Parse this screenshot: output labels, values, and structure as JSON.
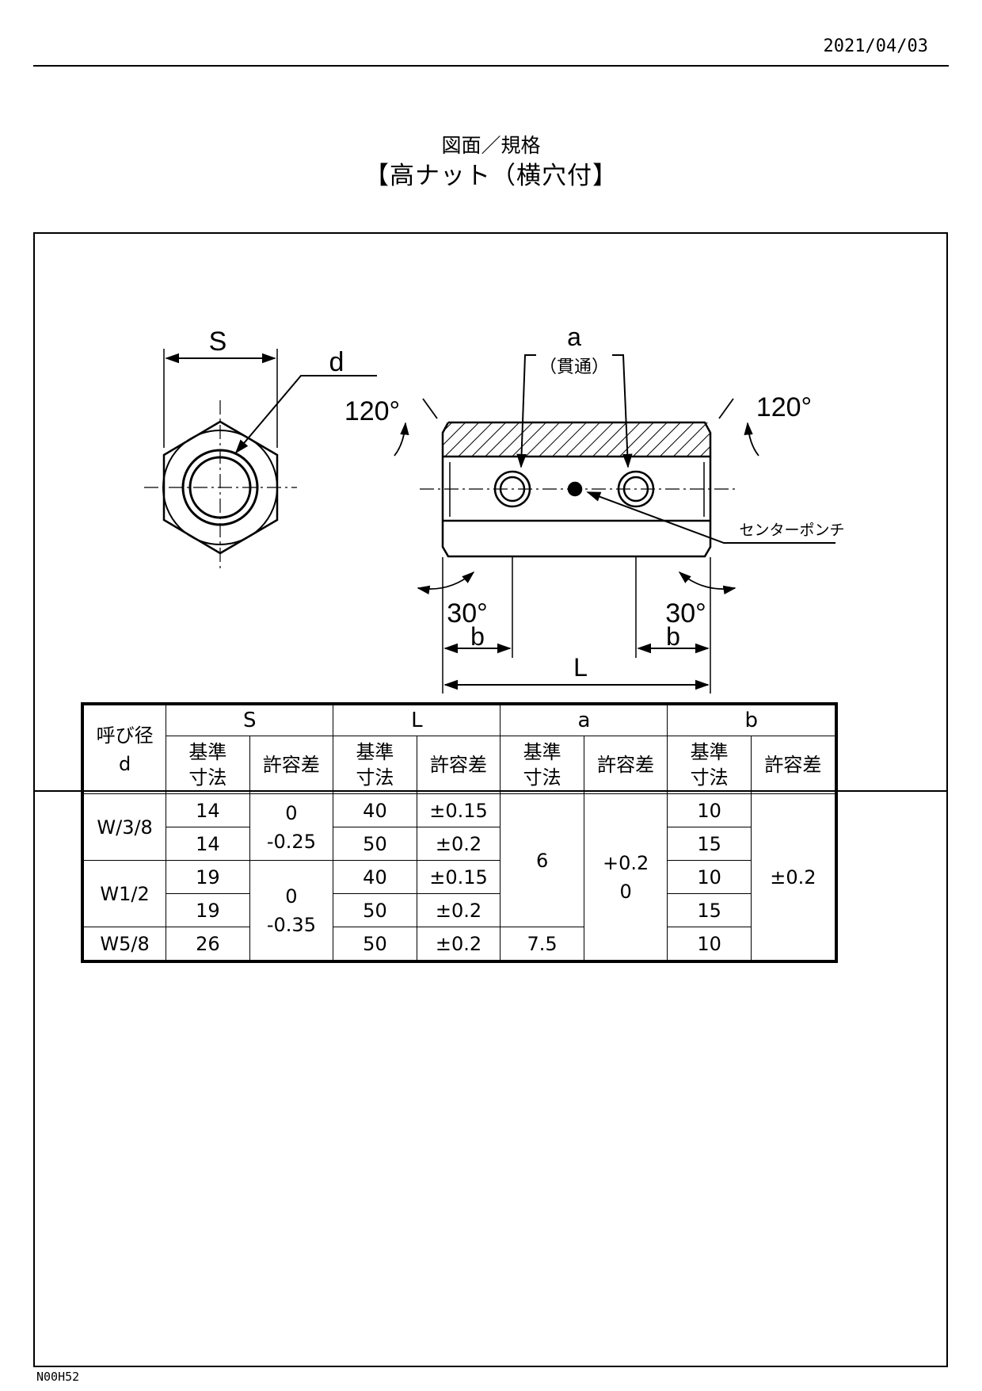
{
  "header": {
    "date": "2021/04/03"
  },
  "title": {
    "line1": "図面／規格",
    "line2": "【高ナット（横穴付】"
  },
  "drawing": {
    "labels": {
      "s": "S",
      "d": "d",
      "a": "a",
      "a_note": "（貫通）",
      "angle_left": "120°",
      "angle_right": "120°",
      "chamfer_left": "30°",
      "chamfer_right": "30°",
      "b_left": "b",
      "b_right": "b",
      "l": "L",
      "center_punch": "センターポンチ"
    }
  },
  "table": {
    "corner": {
      "line1": "呼び径",
      "line2": "d"
    },
    "groups": [
      "S",
      "L",
      "a",
      "b"
    ],
    "sub": {
      "base_line1": "基準",
      "base_line2": "寸法",
      "tol": "許容差"
    },
    "nominal": [
      "W/3/8",
      "W1/2",
      "W5/8"
    ],
    "s_base": [
      "14",
      "14",
      "19",
      "19",
      "26"
    ],
    "s_tol": [
      {
        "upper": "0",
        "lower": "-0.25"
      },
      {
        "upper": "0",
        "lower": "-0.35"
      }
    ],
    "l_base": [
      "40",
      "50",
      "40",
      "50",
      "50"
    ],
    "l_tol": [
      "±0.15",
      "±0.2",
      "±0.15",
      "±0.2",
      "±0.2"
    ],
    "a_base": [
      "6",
      "7.5"
    ],
    "a_tol": {
      "upper": "+0.2",
      "lower": "0"
    },
    "b_base": [
      "10",
      "15",
      "10",
      "15",
      "10"
    ],
    "b_tol": "±0.2"
  },
  "footer": {
    "code": "N00H52"
  }
}
